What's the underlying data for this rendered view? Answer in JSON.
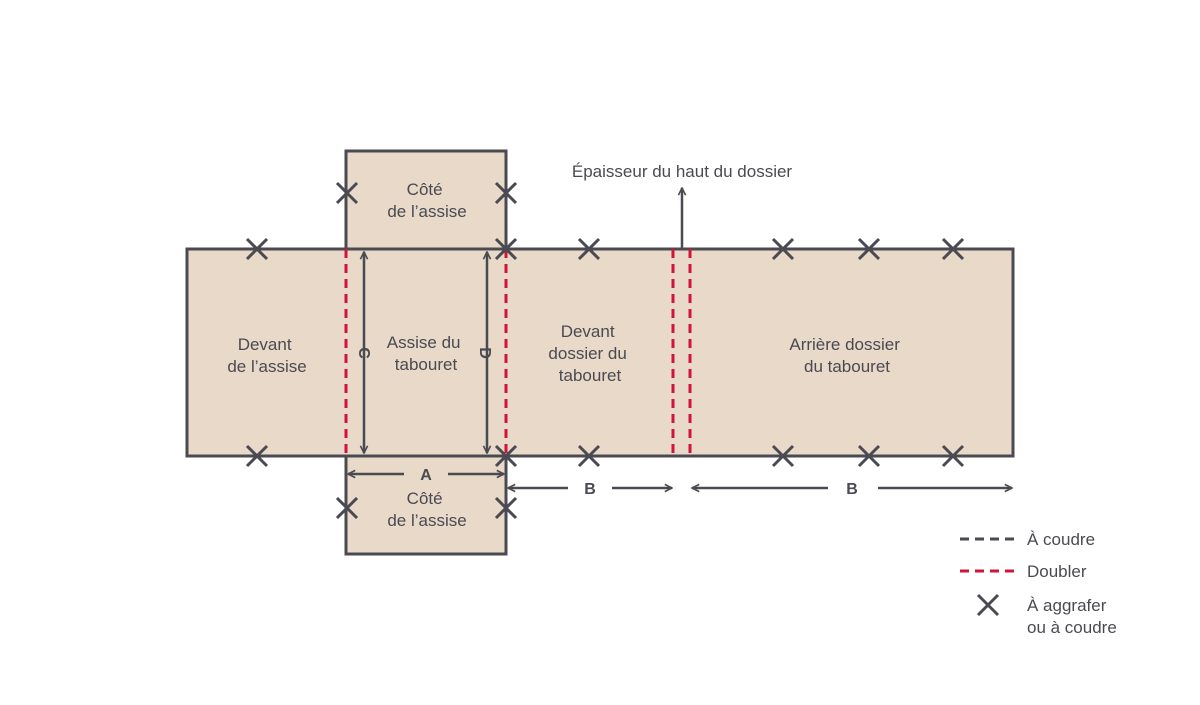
{
  "colors": {
    "fabric": "#e8d9c8",
    "outline": "#4a4a52",
    "double": "#d0143c"
  },
  "labels": {
    "top_side": [
      "Côté",
      "de l’assise"
    ],
    "bottom_side": [
      "Côté",
      "de l’assise"
    ],
    "seat_front": [
      "Devant",
      "de l’assise"
    ],
    "seat": [
      "Assise du",
      "tabouret"
    ],
    "back_front": [
      "Devant",
      "dossier du",
      "tabouret"
    ],
    "back_rear": [
      "Arrière dossier",
      "du tabouret"
    ],
    "top_thickness": "Épaisseur du haut du dossier"
  },
  "dimensions": {
    "a": "A",
    "b1": "B",
    "b2": "B",
    "c": "C",
    "d": "D"
  },
  "legend": {
    "sew": "À coudre",
    "double": "Doubler",
    "staple": [
      "À aggrafer",
      "ou à coudre"
    ]
  },
  "icons": {
    "staple_mark": "x-mark-icon"
  }
}
